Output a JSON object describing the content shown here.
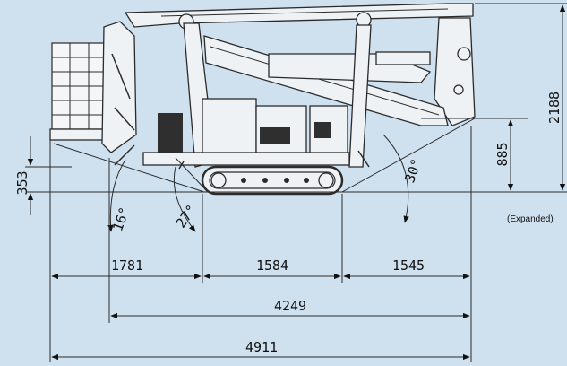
{
  "labels": {
    "top_height": "2188",
    "mid_height": "885",
    "ground_clearance": "353",
    "angle_front": "16°",
    "angle_mid": "27°",
    "angle_rear": "30°",
    "seg_front": "1781",
    "seg_track": "1584",
    "seg_rear": "1545",
    "overall_short": "4249",
    "overall_long": "4911",
    "expanded_note": "(Expanded)"
  },
  "colors": {
    "background": "#cfe0ef",
    "line": "#2b2b2b",
    "machine_fill": "#eef2f5"
  }
}
